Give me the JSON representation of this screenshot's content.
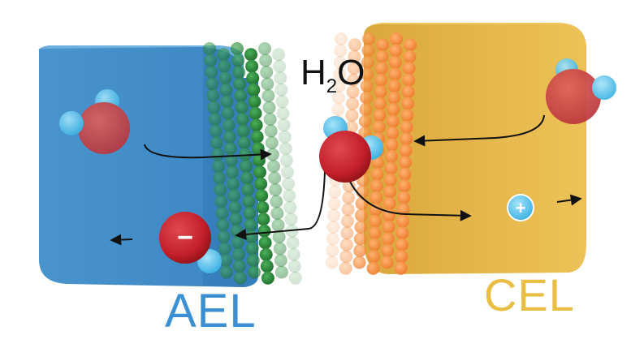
{
  "labels": {
    "ael": "AEL",
    "cel": "CEL",
    "water_main": "H",
    "water_sub": "2",
    "water_end": "O",
    "anion_sign": "−",
    "cation_sign": "+"
  },
  "colors": {
    "ael_block": "#3f8fcf",
    "ael_label": "#3b8fd2",
    "cel_block": "#e4b64b",
    "cel_label": "#e8be45",
    "green_layer": "#2e8b3e",
    "orange_layer": "#f0873a",
    "oxygen": "#c8252e",
    "hydrogen": "#5cc6ec"
  }
}
